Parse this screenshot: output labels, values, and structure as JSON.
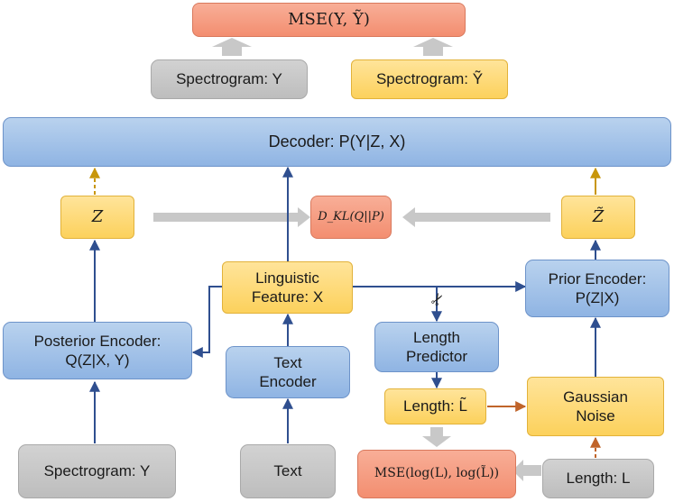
{
  "mse_top": "MSE(Y, Ỹ)",
  "spectrogram_y_top": "Spectrogram: Y",
  "spectrogram_y_tilde": "Spectrogram: Ỹ",
  "decoder": "Decoder: P(Y|Z, X)",
  "z": "Z",
  "z_tilde": "Z̃",
  "kl": "D_KL(Q||P)",
  "linguistic_line1": "Linguistic",
  "linguistic_line2": "Feature: X",
  "prior_line1": "Prior Encoder:",
  "prior_line2": "P(Z|X)",
  "posterior_line1": "Posterior Encoder:",
  "posterior_line2": "Q(Z|X, Y)",
  "length_predictor_line1": "Length",
  "length_predictor_line2": "Predictor",
  "text_encoder_line1": "Text",
  "text_encoder_line2": "Encoder",
  "length_tilde": "Length: L̃",
  "gaussian_line1": "Gaussian",
  "gaussian_line2": "Noise",
  "spectrogram_y_bottom": "Spectrogram: Y",
  "text": "Text",
  "mse_bottom": "MSE(log(L), log(L̃))",
  "length_l": "Length: L",
  "scissors_icon": "✂",
  "colors": {
    "encoder_blue": "#9dbde8",
    "feature_yellow": "#fcd766",
    "loss_red": "#f59c80",
    "input_gray": "#c6c6c6",
    "arrow_blue": "#2f4f8f",
    "arrow_orange": "#c0642a",
    "arrow_dashed_yellow": "#c8960a",
    "arrow_gray": "#c8c8c8"
  }
}
